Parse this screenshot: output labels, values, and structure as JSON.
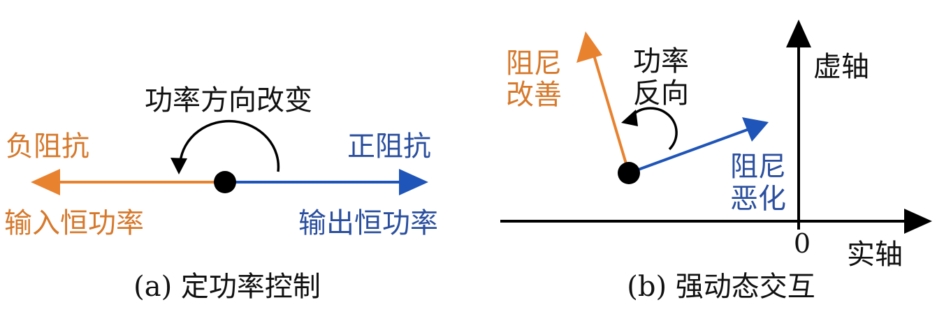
{
  "panel_a": {
    "caption": "(a) 定功率控制",
    "rotation_label": "功率方向改变",
    "left_top_label": "负阻抗",
    "right_top_label": "正阻抗",
    "left_bottom_label": "输入恒功率",
    "right_bottom_label": "输出恒功率"
  },
  "panel_b": {
    "caption": "(b) 强动态交互",
    "imag_axis_label": "虚轴",
    "real_axis_label": "实轴",
    "origin_label": "0",
    "orange_label": [
      "阻尼",
      "改善"
    ],
    "rotation_label": [
      "功率",
      "反向"
    ],
    "blue_label": [
      "阻尼",
      "恶化"
    ]
  },
  "colors": {
    "orange": "#e8822f",
    "blue": "#1f55b8",
    "black": "#000000",
    "orange_text": "#d6792c",
    "blue_text": "#2b4f9e"
  }
}
